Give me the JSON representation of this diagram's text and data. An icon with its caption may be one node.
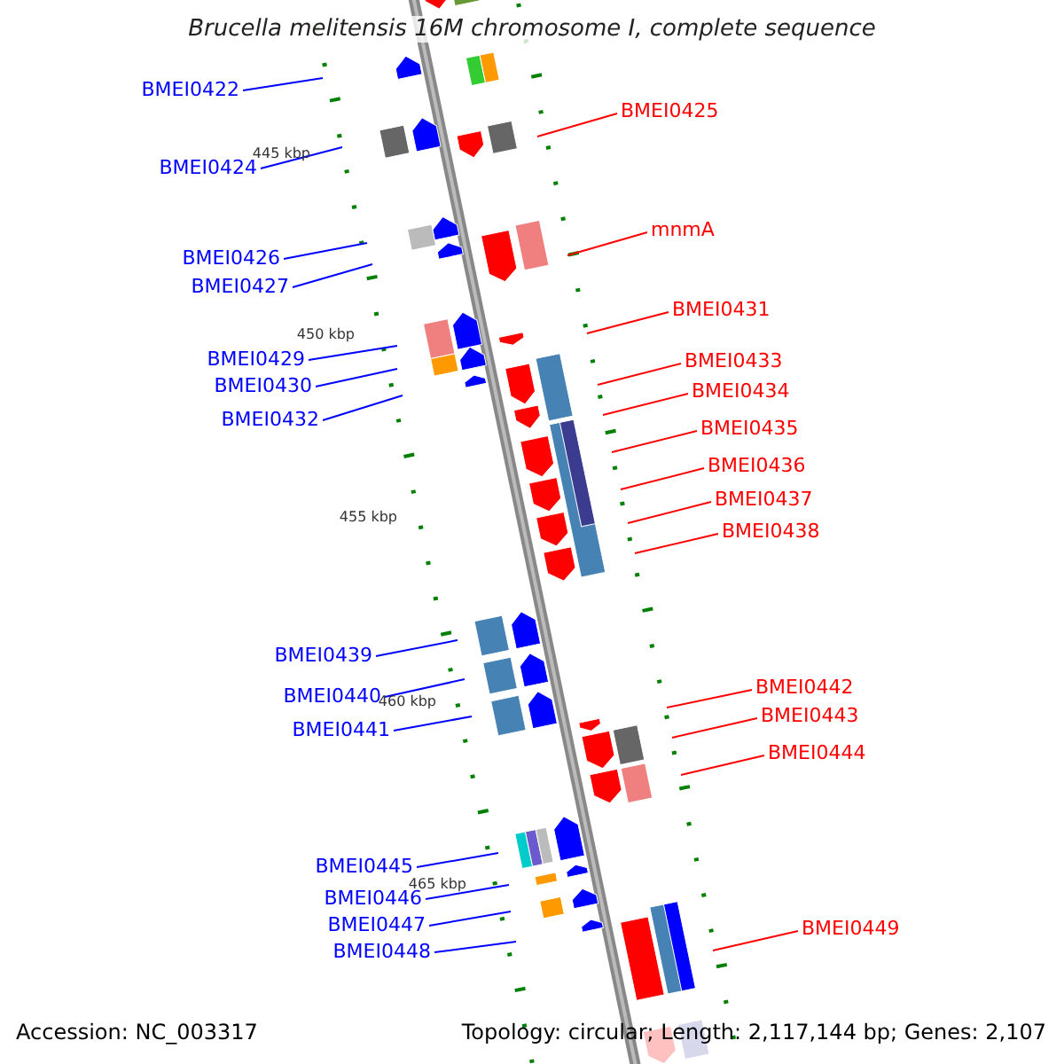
{
  "diagram": {
    "title": "Brucella melitensis 16M chromosome I, complete sequence",
    "nodes": [
      {
        "text": [
          "BMEI0422"
        ]
      },
      {
        "text": [
          "BMEI0424"
        ]
      },
      {
        "text": [
          "BMEI0426"
        ]
      },
      {
        "text": [
          "BMEI0427"
        ]
      },
      {
        "text": [
          "BMEI0429"
        ]
      },
      {
        "text": [
          "BMEI0430"
        ]
      },
      {
        "text": [
          "BMEI0432"
        ]
      },
      {
        "text": [
          "BMEI0439"
        ]
      },
      {
        "text": [
          "BMEI0440"
        ]
      },
      {
        "text": [
          "BMEI0441"
        ]
      },
      {
        "text": [
          "BMEI0445"
        ]
      },
      {
        "text": [
          "BMEI0446"
        ]
      },
      {
        "text": [
          "BMEI0447"
        ]
      },
      {
        "text": [
          "BMEI0448"
        ]
      },
      {
        "text": [
          "BMEI0425"
        ]
      },
      {
        "text": [
          "mnmA"
        ]
      },
      {
        "text": [
          "BMEI0431"
        ]
      },
      {
        "text": [
          "BMEI0433"
        ]
      },
      {
        "text": [
          "BMEI0434"
        ]
      },
      {
        "text": [
          "BMEI0435"
        ]
      },
      {
        "text": [
          "BMEI0436"
        ]
      },
      {
        "text": [
          "BMEI0437"
        ]
      },
      {
        "text": [
          "BMEI0438"
        ]
      },
      {
        "text": [
          "BMEI0442"
        ]
      },
      {
        "text": [
          "BMEI0443"
        ]
      },
      {
        "text": [
          "BMEI0444"
        ]
      },
      {
        "text": [
          "BMEI0449"
        ]
      }
    ],
    "edges": [
      {
        "from": 0,
        "to": null,
        "arrow": "none"
      },
      {
        "from": 1,
        "to": null,
        "arrow": "none"
      },
      {
        "from": 2,
        "to": null,
        "arrow": "none"
      },
      {
        "from": 3,
        "to": null,
        "arrow": "none"
      },
      {
        "from": 4,
        "to": null,
        "arrow": "none"
      },
      {
        "from": 5,
        "to": null,
        "arrow": "none"
      },
      {
        "from": 6,
        "to": null,
        "arrow": "none"
      },
      {
        "from": 7,
        "to": null,
        "arrow": "none"
      },
      {
        "from": 8,
        "to": null,
        "arrow": "none"
      },
      {
        "from": 9,
        "to": null,
        "arrow": "none"
      },
      {
        "from": 10,
        "to": null,
        "arrow": "none"
      },
      {
        "from": 11,
        "to": null,
        "arrow": "none"
      },
      {
        "from": 12,
        "to": null,
        "arrow": "none"
      },
      {
        "from": 13,
        "to": null,
        "arrow": "none"
      },
      {
        "from": 14,
        "to": null,
        "arrow": "none",
        "color": "#ff0000"
      },
      {
        "from": 15,
        "to": null,
        "arrow": "none",
        "color": "#ff0000"
      },
      {
        "from": 16,
        "to": null,
        "arrow": "none",
        "color": "#ff0000"
      },
      {
        "from": 17,
        "to": null,
        "arrow": "none",
        "color": "#ff0000"
      },
      {
        "from": 18,
        "to": null,
        "arrow": "none",
        "color": "#ff0000"
      },
      {
        "from": 19,
        "to": null,
        "arrow": "none",
        "color": "#ff0000"
      },
      {
        "from": 20,
        "to": null,
        "arrow": "none",
        "color": "#ff0000"
      },
      {
        "from": 21,
        "to": null,
        "arrow": "none",
        "color": "#ff0000"
      },
      {
        "from": 22,
        "to": null,
        "arrow": "none",
        "color": "#ff0000"
      },
      {
        "from": 23,
        "to": null,
        "arrow": "none",
        "color": "#ff0000"
      },
      {
        "from": 24,
        "to": null,
        "arrow": "none",
        "color": "#ff0000"
      },
      {
        "from": 25,
        "to": null,
        "arrow": "none",
        "color": "#ff0000"
      },
      {
        "from": 26,
        "to": null,
        "arrow": "none",
        "color": "#ff0000"
      }
    ],
    "labels": [
      "445 kbp",
      "450 kbp",
      "455 kbp",
      "460 kbp",
      "465 kbp",
      "Accession: NC_003317",
      "Topology: circular; Length: 2,117,144 bp; Genes: 2,107"
    ]
  }
}
